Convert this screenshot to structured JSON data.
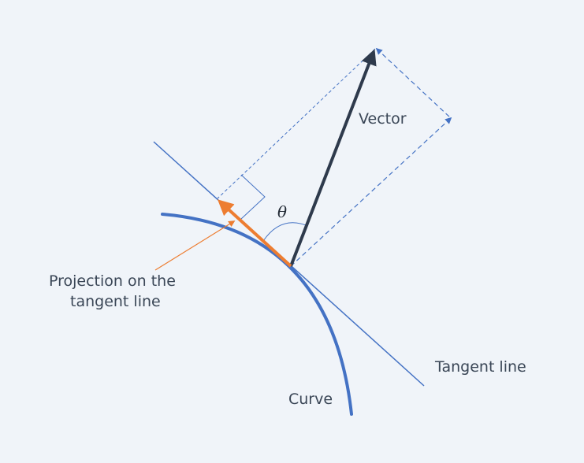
{
  "labels": {
    "vector": "Vector",
    "angle": "θ",
    "projection_line1": "Projection on the",
    "projection_line2": "tangent line",
    "tangent": "Tangent line",
    "curve": "Curve"
  },
  "colors": {
    "background": "#f0f4f9",
    "curve": "#4472c4",
    "tangent": "#4472c4",
    "vector": "#2e3a4c",
    "projection": "#ed7d31",
    "dashed": "#4472c4",
    "text": "#3a4656"
  }
}
